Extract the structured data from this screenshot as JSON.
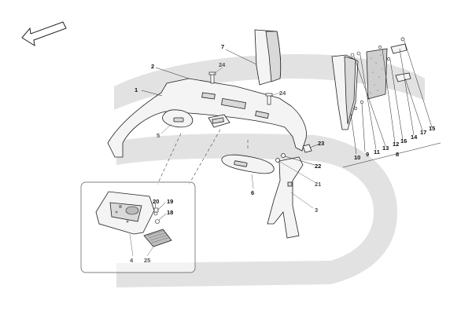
{
  "diagram": {
    "watermark_color": "#e2e2e2",
    "direction_arrow": "front-direction-arrow",
    "callouts": [
      "1",
      "2",
      "3",
      "4",
      "5",
      "6",
      "7",
      "8",
      "9",
      "10",
      "11",
      "12",
      "13",
      "14",
      "15",
      "16",
      "17",
      "18",
      "19",
      "20",
      "21",
      "22",
      "23",
      "24",
      "24",
      "25"
    ]
  }
}
